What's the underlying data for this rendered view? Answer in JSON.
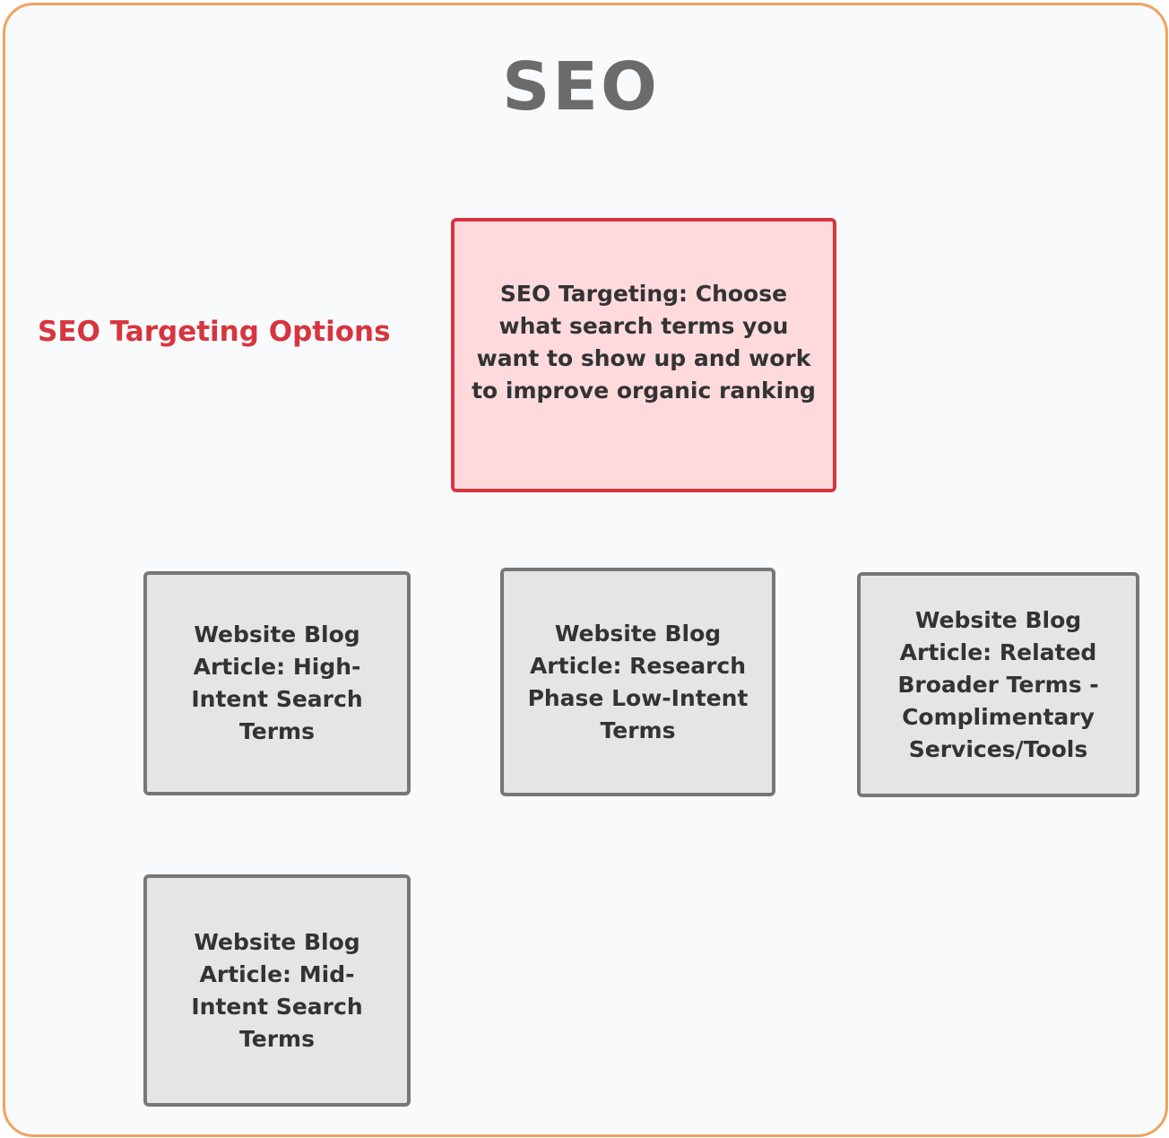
{
  "diagram": {
    "title": "SEO",
    "side_label": "SEO Targeting Options",
    "nodes": {
      "main": {
        "label": "SEO Targeting: Choose what search terms you want to show up and work to improve organic ranking"
      },
      "high_intent": {
        "label": "Website Blog Article: High-Intent Search Terms"
      },
      "low_intent": {
        "label": "Website Blog Article: Research Phase Low-Intent Terms"
      },
      "broader": {
        "label": "Website Blog Article: Related Broader Terms - Complimentary Services/Tools"
      },
      "mid_intent": {
        "label": "Website Blog Article: Mid-Intent Search Terms"
      }
    },
    "colors": {
      "frame_border": "#f0a35e",
      "accent_red": "#d7353e",
      "red_fill": "#fedadd",
      "grey_fill": "#e5e5e5",
      "grey_border": "#777777",
      "title_color": "#6b6b6b"
    }
  }
}
